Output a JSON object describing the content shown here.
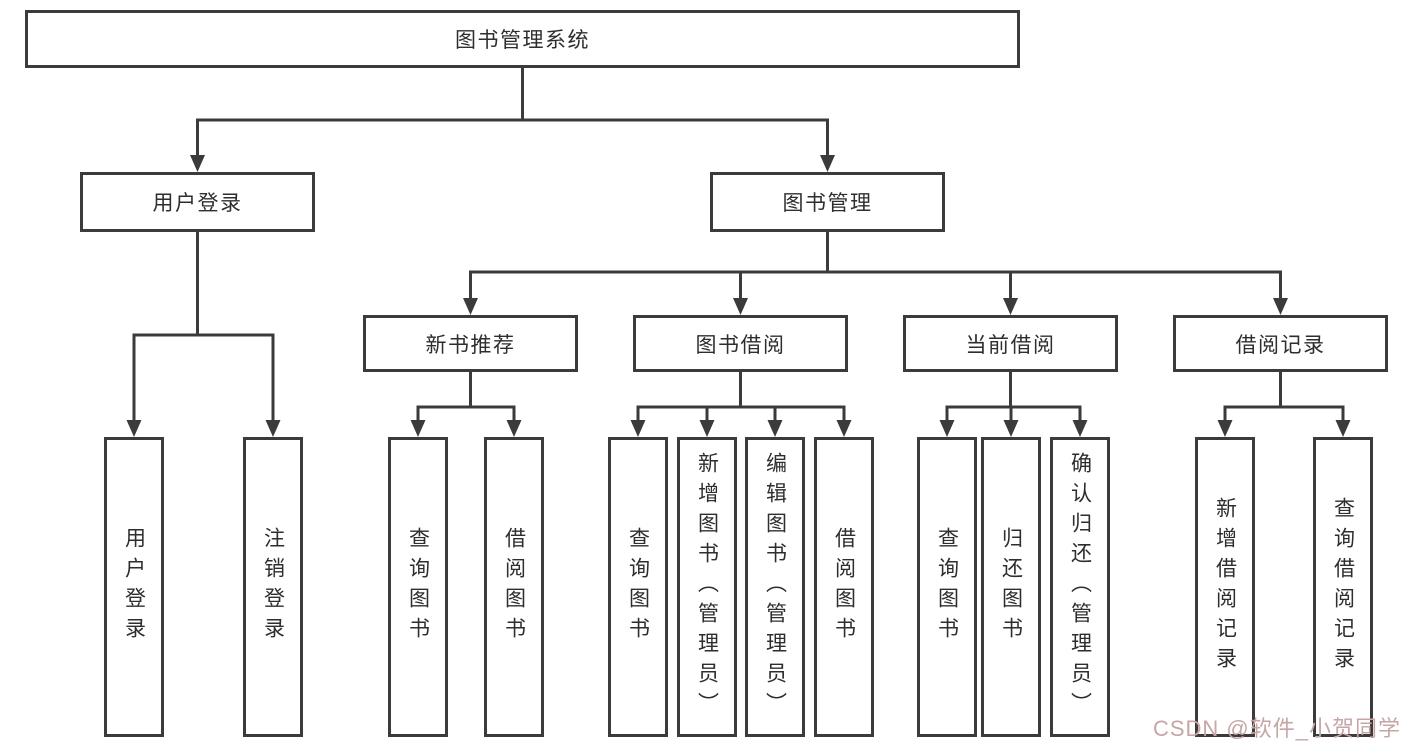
{
  "tree": {
    "root": "图书管理系统",
    "children": [
      {
        "label": "用户登录",
        "children": [
          {
            "label": "用户登录"
          },
          {
            "label": "注销登录"
          }
        ]
      },
      {
        "label": "图书管理",
        "children": [
          {
            "label": "新书推荐",
            "children": [
              {
                "label": "查询图书"
              },
              {
                "label": "借阅图书"
              }
            ]
          },
          {
            "label": "图书借阅",
            "children": [
              {
                "label": "查询图书"
              },
              {
                "label": "新增图书（管理员）"
              },
              {
                "label": "编辑图书（管理员）"
              },
              {
                "label": "借阅图书"
              }
            ]
          },
          {
            "label": "当前借阅",
            "children": [
              {
                "label": "查询图书"
              },
              {
                "label": "归还图书"
              },
              {
                "label": "确认归还（管理员）"
              }
            ]
          },
          {
            "label": "借阅记录",
            "children": [
              {
                "label": "新增借阅记录"
              },
              {
                "label": "查询借阅记录"
              }
            ]
          }
        ]
      }
    ]
  },
  "watermark": {
    "text": "CSDN @软件_小贺同学"
  },
  "colors": {
    "line": "#3b3b3b",
    "text": "#2e2e2e",
    "box_background": "#ffffff",
    "watermark": "#c7a5a5"
  }
}
